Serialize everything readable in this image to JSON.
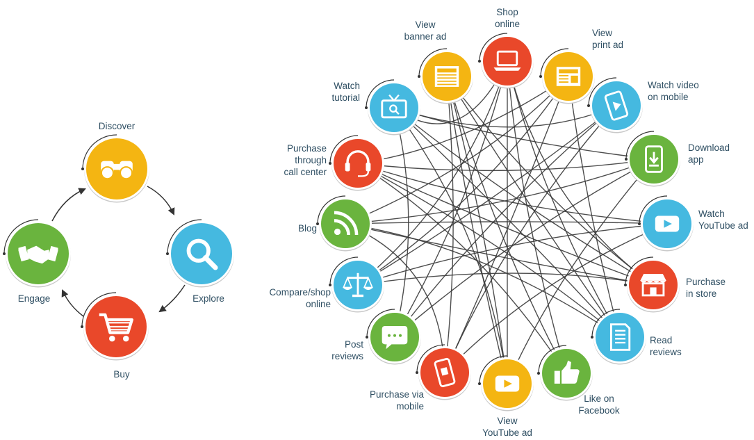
{
  "colors": {
    "yellow": "#f4b512",
    "red": "#e9482a",
    "blue": "#45b9e0",
    "green": "#6ab43e",
    "label": "#2f4f63",
    "line": "#3a3a3a"
  },
  "cycle": {
    "discover": {
      "label": "Discover",
      "icon": "binoculars-icon",
      "color": "yellow"
    },
    "explore": {
      "label": "Explore",
      "icon": "magnifier-icon",
      "color": "blue"
    },
    "buy": {
      "label": "Buy",
      "icon": "shopping-cart-icon",
      "color": "red"
    },
    "engage": {
      "label": "Engage",
      "icon": "handshake-icon",
      "color": "green"
    }
  },
  "touchpoints": [
    {
      "id": "shop-online",
      "lines": [
        "Shop",
        "online"
      ],
      "icon": "laptop-icon",
      "color": "red"
    },
    {
      "id": "view-print-ad",
      "lines": [
        "View",
        "print ad"
      ],
      "icon": "newspaper-icon",
      "color": "yellow"
    },
    {
      "id": "watch-video-mobile",
      "lines": [
        "Watch video",
        "on mobile"
      ],
      "icon": "mobile-video-icon",
      "color": "blue"
    },
    {
      "id": "download-app",
      "lines": [
        "Download",
        "app"
      ],
      "icon": "download-icon",
      "color": "green"
    },
    {
      "id": "watch-youtube-ad",
      "lines": [
        "Watch",
        "YouTube ad"
      ],
      "icon": "play-icon",
      "color": "blue"
    },
    {
      "id": "purchase-in-store",
      "lines": [
        "Purchase",
        "in store"
      ],
      "icon": "storefront-icon",
      "color": "red"
    },
    {
      "id": "read-reviews",
      "lines": [
        "Read",
        "reviews"
      ],
      "icon": "document-icon",
      "color": "blue"
    },
    {
      "id": "like-on-facebook",
      "lines": [
        "Like on",
        "Facebook"
      ],
      "icon": "thumbs-up-icon",
      "color": "green"
    },
    {
      "id": "view-youtube-ad",
      "lines": [
        "View",
        "YouTube ad"
      ],
      "icon": "play-icon",
      "color": "yellow"
    },
    {
      "id": "purchase-via-mobile",
      "lines": [
        "Purchase via",
        "mobile"
      ],
      "icon": "phone-icon",
      "color": "red"
    },
    {
      "id": "post-reviews",
      "lines": [
        "Post",
        "reviews"
      ],
      "icon": "speech-bubble-icon",
      "color": "green"
    },
    {
      "id": "compare-shop-online",
      "lines": [
        "Compare/shop",
        "online"
      ],
      "icon": "scales-icon",
      "color": "blue"
    },
    {
      "id": "blog",
      "lines": [
        "Blog"
      ],
      "icon": "rss-icon",
      "color": "green"
    },
    {
      "id": "purchase-call-center",
      "lines": [
        "Purchase",
        "through",
        "call center"
      ],
      "icon": "headset-icon",
      "color": "red"
    },
    {
      "id": "watch-tutorial",
      "lines": [
        "Watch",
        "tutorial"
      ],
      "icon": "tv-icon",
      "color": "blue"
    },
    {
      "id": "view-banner-ad",
      "lines": [
        "View",
        "banner ad"
      ],
      "icon": "web-banner-icon",
      "color": "yellow"
    }
  ],
  "connections": [
    [
      "shop-online",
      "like-on-facebook"
    ],
    [
      "shop-online",
      "view-youtube-ad"
    ],
    [
      "shop-online",
      "compare-shop-online"
    ],
    [
      "shop-online",
      "purchase-in-store"
    ],
    [
      "shop-online",
      "read-reviews"
    ],
    [
      "shop-online",
      "post-reviews"
    ],
    [
      "view-print-ad",
      "purchase-call-center"
    ],
    [
      "view-print-ad",
      "purchase-via-mobile"
    ],
    [
      "view-print-ad",
      "blog"
    ],
    [
      "watch-video-mobile",
      "purchase-via-mobile"
    ],
    [
      "watch-video-mobile",
      "compare-shop-online"
    ],
    [
      "watch-video-mobile",
      "watch-tutorial"
    ],
    [
      "watch-video-mobile",
      "post-reviews"
    ],
    [
      "download-app",
      "purchase-call-center"
    ],
    [
      "download-app",
      "blog"
    ],
    [
      "download-app",
      "view-youtube-ad"
    ],
    [
      "download-app",
      "post-reviews"
    ],
    [
      "watch-youtube-ad",
      "blog"
    ],
    [
      "watch-youtube-ad",
      "purchase-call-center"
    ],
    [
      "watch-youtube-ad",
      "purchase-via-mobile"
    ],
    [
      "purchase-in-store",
      "compare-shop-online"
    ],
    [
      "purchase-in-store",
      "watch-tutorial"
    ],
    [
      "purchase-in-store",
      "view-banner-ad"
    ],
    [
      "purchase-in-store",
      "purchase-call-center"
    ],
    [
      "read-reviews",
      "blog"
    ],
    [
      "read-reviews",
      "view-banner-ad"
    ],
    [
      "read-reviews",
      "watch-tutorial"
    ],
    [
      "like-on-facebook",
      "view-banner-ad"
    ],
    [
      "like-on-facebook",
      "purchase-call-center"
    ],
    [
      "view-youtube-ad",
      "watch-tutorial"
    ],
    [
      "view-youtube-ad",
      "view-banner-ad"
    ],
    [
      "purchase-via-mobile",
      "view-banner-ad"
    ],
    [
      "purchase-via-mobile",
      "blog"
    ],
    [
      "post-reviews",
      "watch-tutorial"
    ],
    [
      "compare-shop-online",
      "view-print-ad"
    ],
    [
      "blog",
      "purchase-in-store"
    ],
    [
      "watch-tutorial",
      "download-app"
    ],
    [
      "view-banner-ad",
      "view-youtube-ad"
    ],
    [
      "purchase-call-center",
      "read-reviews"
    ],
    [
      "shop-online",
      "watch-tutorial"
    ],
    [
      "compare-shop-online",
      "watch-youtube-ad"
    ],
    [
      "view-print-ad",
      "read-reviews"
    ]
  ]
}
